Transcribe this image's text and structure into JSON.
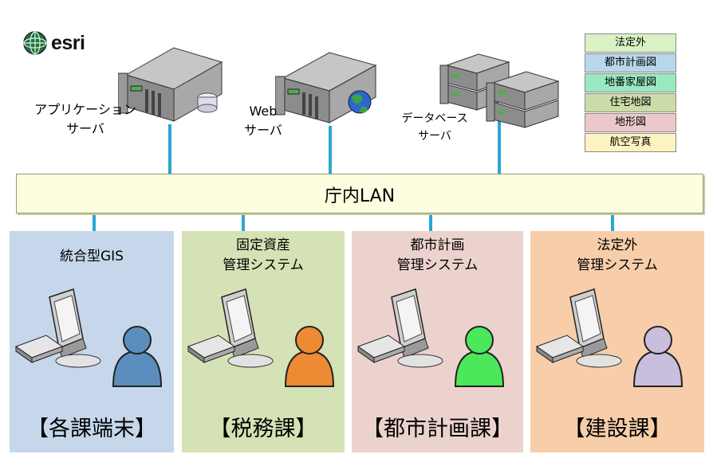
{
  "logo": {
    "text": "esri",
    "icon": "globe-icon"
  },
  "servers": {
    "app": {
      "label": "アプリケーション\nサーバ"
    },
    "web": {
      "label": "Web\nサーバ"
    },
    "db": {
      "label": "データベース\nサーバ"
    }
  },
  "legend": [
    {
      "label": "法定外",
      "color": "#d8f2c4"
    },
    {
      "label": "都市計画図",
      "color": "#b8d8ea"
    },
    {
      "label": "地番家屋図",
      "color": "#9ae8c0"
    },
    {
      "label": "住宅地図",
      "color": "#cbdca8"
    },
    {
      "label": "地形図",
      "color": "#ecc8c8"
    },
    {
      "label": "航空写真",
      "color": "#fdf3c0"
    }
  ],
  "network": {
    "label": "庁内LAN",
    "line_color": "#2aa6d4"
  },
  "departments": [
    {
      "title": "統合型GIS",
      "name": "【各課端末】",
      "bg": "#c6d7ec",
      "person": "#5b8ebc"
    },
    {
      "title": "固定資産\n管理システム",
      "name": "【税務課】",
      "bg": "#d5e2b5",
      "person": "#ee8a33"
    },
    {
      "title": "都市計画\n管理システム",
      "name": "【都市計画課】",
      "bg": "#ecd2cd",
      "person": "#4ae85a"
    },
    {
      "title": "法定外\n管理システム",
      "name": "【建設課】",
      "bg": "#f7cea9",
      "person": "#c9bfdc"
    }
  ]
}
